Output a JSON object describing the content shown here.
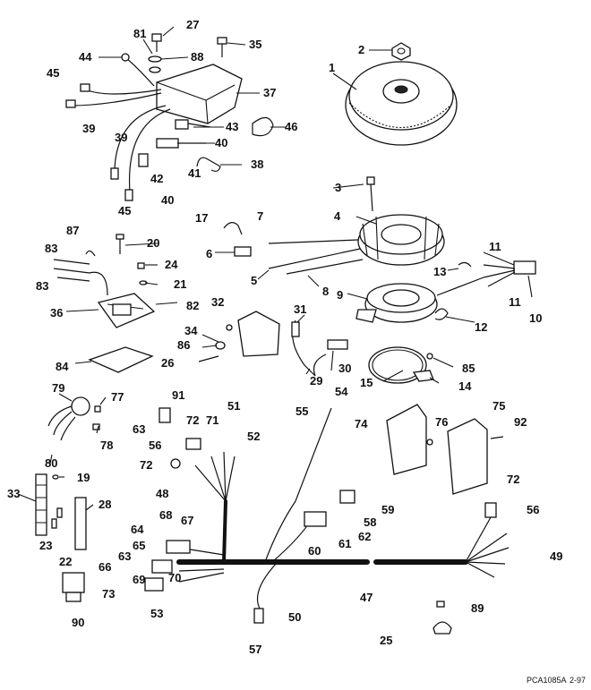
{
  "labels": {
    "l1": "1",
    "l2": "2",
    "l3": "3",
    "l4": "4",
    "l5": "5",
    "l6": "6",
    "l7": "7",
    "l8": "8",
    "l9": "9",
    "l10": "10",
    "l11a": "11",
    "l11b": "11",
    "l12": "12",
    "l13": "13",
    "l14": "14",
    "l15": "15",
    "l17": "17",
    "l19": "19",
    "l20": "20",
    "l21": "21",
    "l22": "22",
    "l23": "23",
    "l24": "24",
    "l25": "25",
    "l26": "26",
    "l27": "27",
    "l28": "28",
    "l29": "29",
    "l30": "30",
    "l31": "31",
    "l32": "32",
    "l33": "33",
    "l34": "34",
    "l35": "35",
    "l36": "36",
    "l37": "37",
    "l38": "38",
    "l39a": "39",
    "l39b": "39",
    "l40a": "40",
    "l40b": "40",
    "l41": "41",
    "l42": "42",
    "l43": "43",
    "l44": "44",
    "l45a": "45",
    "l45b": "45",
    "l46": "46",
    "l47": "47",
    "l48": "48",
    "l49": "49",
    "l50": "50",
    "l51": "51",
    "l52": "52",
    "l53": "53",
    "l54": "54",
    "l55": "55",
    "l56a": "56",
    "l56b": "56",
    "l57": "57",
    "l58": "58",
    "l59": "59",
    "l60": "60",
    "l61": "61",
    "l62": "62",
    "l63a": "63",
    "l63b": "63",
    "l64": "64",
    "l65": "65",
    "l66": "66",
    "l67": "67",
    "l68": "68",
    "l69": "69",
    "l70": "70",
    "l71": "71",
    "l72a": "72",
    "l72b": "72",
    "l72c": "72",
    "l73": "73",
    "l74": "74",
    "l75": "75",
    "l76": "76",
    "l77": "77",
    "l78": "78",
    "l79": "79",
    "l80": "80",
    "l81": "81",
    "l82": "82",
    "l83a": "83",
    "l83b": "83",
    "l84": "84",
    "l85": "85",
    "l86": "86",
    "l87": "87",
    "l88": "88",
    "l89": "89",
    "l90": "90",
    "l91": "91",
    "l92": "92"
  },
  "footer": {
    "code": "PCA1085A",
    "date": "2-97"
  }
}
